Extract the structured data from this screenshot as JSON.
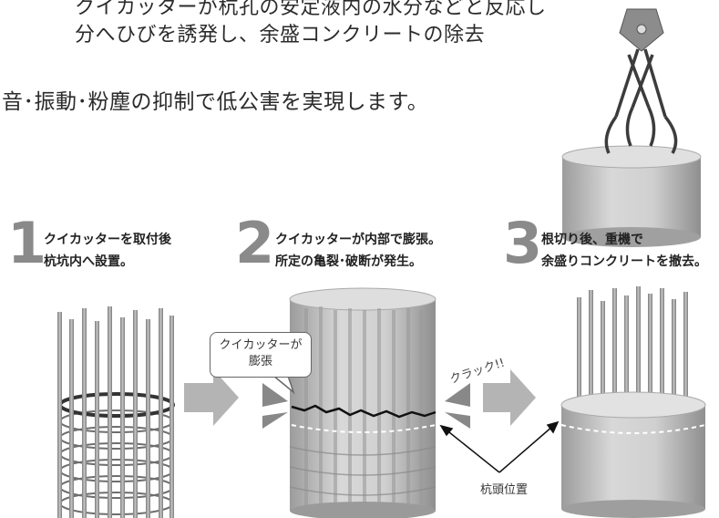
{
  "intro": {
    "line1": "クイカッターが杭孔の安定液内の水分などと反応し",
    "line2": "分へひびを誘発し、余盛コンクリートの除去",
    "line3": "音･振動･粉塵の抑制で低公害を実現します。"
  },
  "steps": [
    {
      "number": "1",
      "line1": "クイカッターを取付後",
      "line2": "杭坑内へ設置。"
    },
    {
      "number": "2",
      "line1": "クイカッターが内部で膨張。",
      "line2": "所定の亀裂･破断が発生。"
    },
    {
      "number": "3",
      "line1": "根切り後、重機で",
      "line2": "余盛りコンクリートを撤去。"
    }
  ],
  "callout": {
    "line1": "クイカッターが",
    "line2": "膨張"
  },
  "crack_label": "クラック!!",
  "pile_head_label": "杭頭位置",
  "colors": {
    "concrete": "#d2d2d2",
    "concrete_dark": "#a9a9a9",
    "steel": "#8e8e8e",
    "arrow": "#b4b4b4",
    "number": "#8a8a8a"
  }
}
